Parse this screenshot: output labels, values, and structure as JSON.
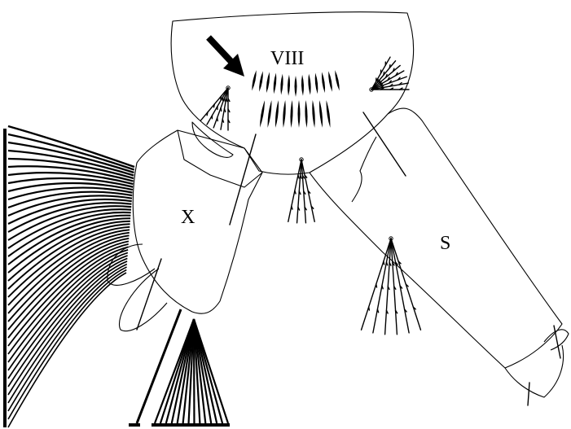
{
  "labels": {
    "segment_viii": "VIII",
    "segment_x": "X",
    "siphon": "S"
  },
  "colors": {
    "line": "#000000",
    "background": "#ffffff"
  }
}
